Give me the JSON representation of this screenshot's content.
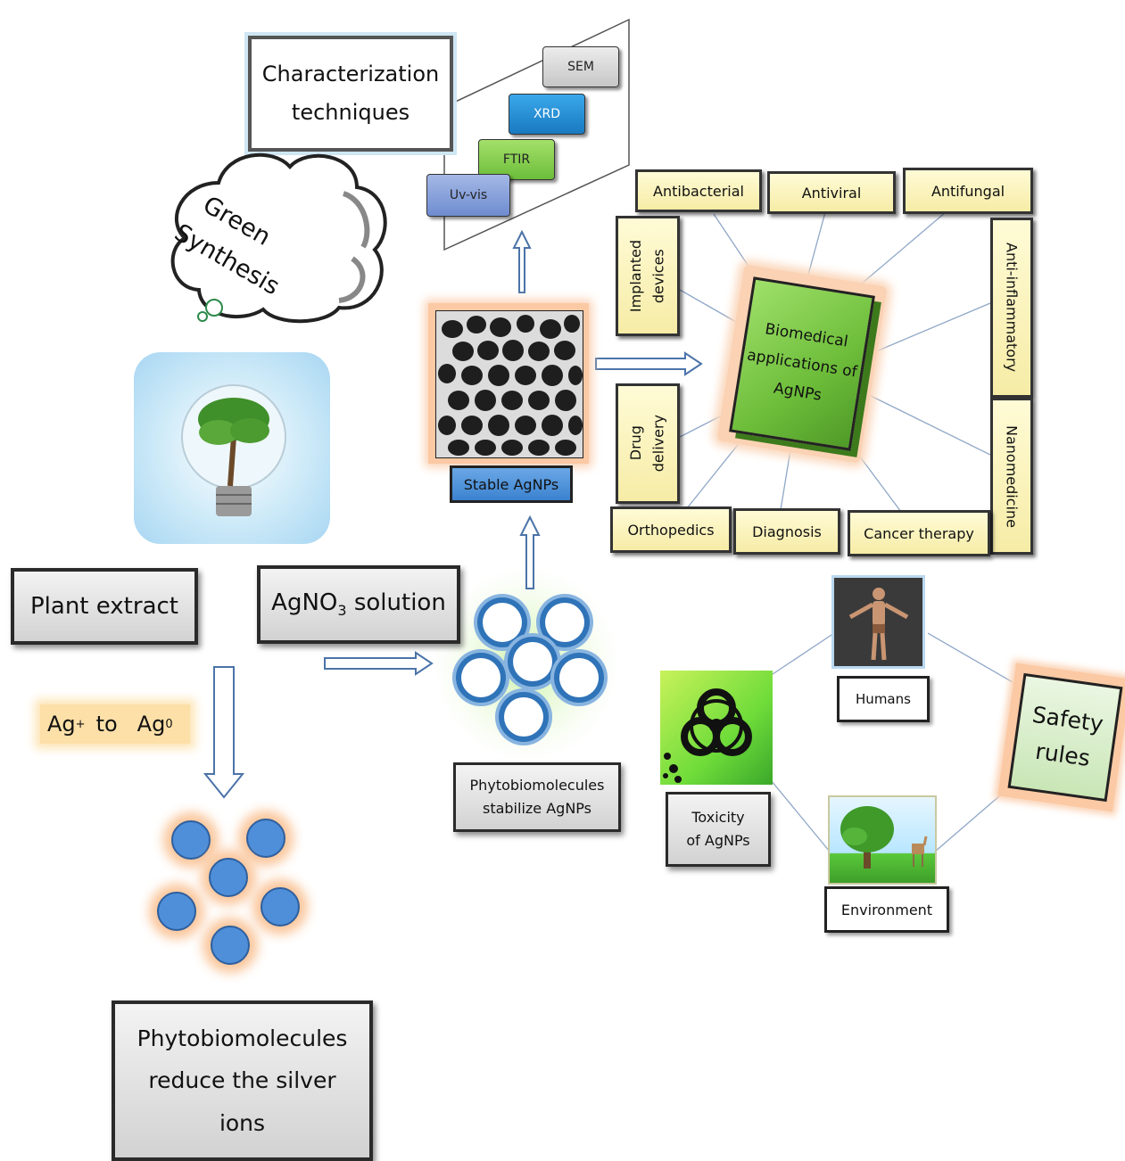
{
  "characterization": {
    "title_line1": "Characterization",
    "title_line2": "techniques"
  },
  "techniques": {
    "sem": "SEM",
    "xrd": "XRD",
    "ftir": "FTIR",
    "uvvis": "Uv-vis"
  },
  "green_synthesis": {
    "line1": "Green",
    "line2": "Synthesis"
  },
  "plant_extract": "Plant extract",
  "agno3": {
    "prefix": "AgNO",
    "sub": "3",
    "suffix": " solution"
  },
  "reduction": {
    "ag": "Ag",
    "plus": "+",
    "to": "to",
    "ag0": "Ag",
    "zero": "0"
  },
  "reduce_box": {
    "line1": "Phytobiomolecules",
    "line2": "reduce the silver",
    "line3": "ions"
  },
  "stable_agnps": "Stable AgNPs",
  "stabilize_box": {
    "line1": "Phytobiomolecules",
    "line2": "stabilize AgNPs"
  },
  "biomedical": {
    "line1": "Biomedical",
    "line2": "applications of",
    "line3": "AgNPs"
  },
  "applications": {
    "antibacterial": "Antibacterial",
    "antiviral": "Antiviral",
    "antifungal": "Antifungal",
    "implanted_line1": "Implanted",
    "implanted_line2": "devices",
    "anti_inflammatory": "Anti-inflammatory",
    "drug_line1": "Drug",
    "drug_line2": "delivery",
    "nanomedicine": "Nanomedicine",
    "orthopedics": "Orthopedics",
    "diagnosis": "Diagnosis",
    "cancer": "Cancer therapy"
  },
  "humans": "Humans",
  "safety": {
    "line1": "Safety",
    "line2": "rules"
  },
  "toxicity": {
    "line1": "Toxicity",
    "line2": "of AgNPs"
  },
  "environment": "Environment",
  "colors": {
    "sem": "#d8d8d8",
    "xrd": "#1f8fd6",
    "ftir": "#7fcf4a",
    "uvvis": "#7d9ad6",
    "yellow": "#f6eca6",
    "green": "#7fc84a",
    "stable": "#4a8fd6"
  }
}
